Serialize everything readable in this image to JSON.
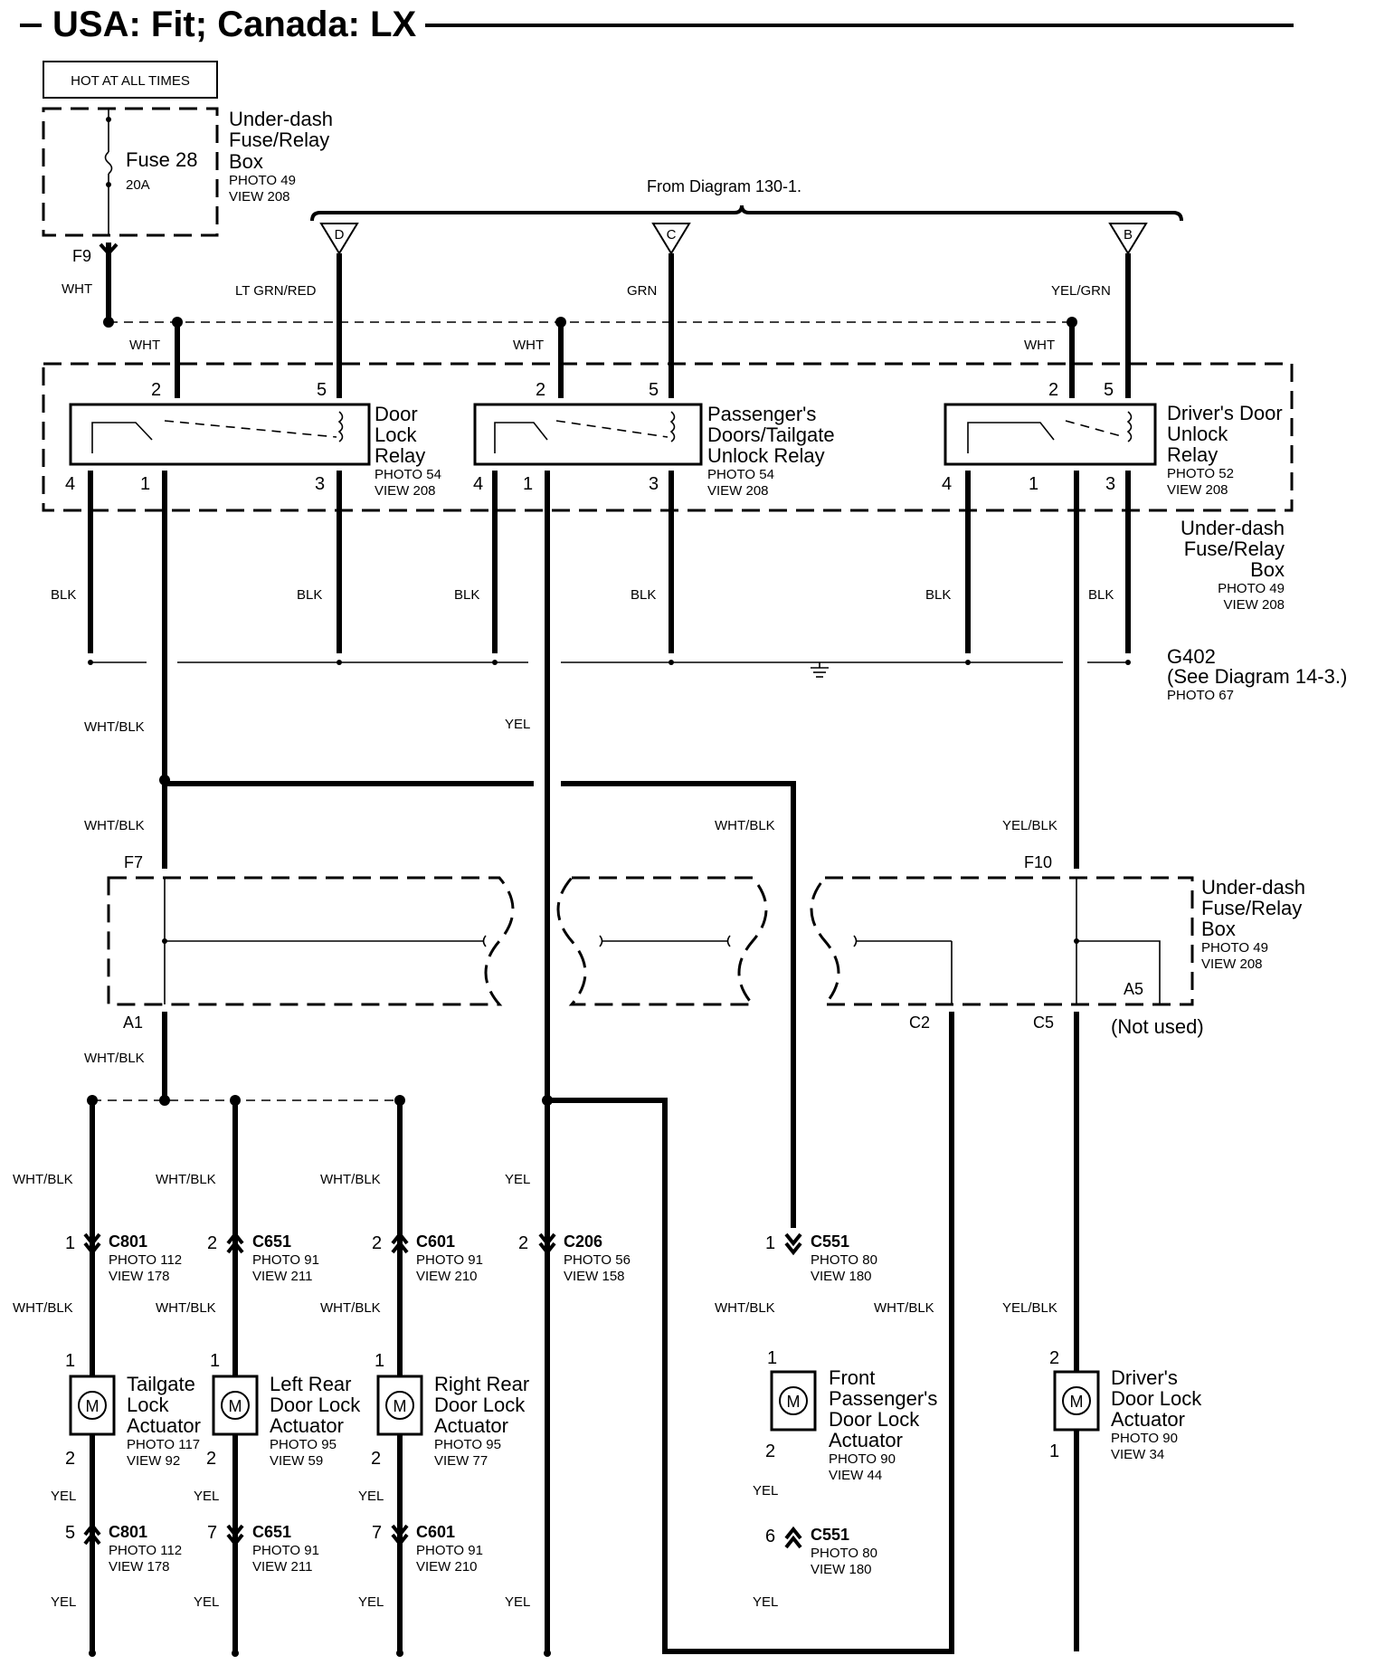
{
  "title": "USA: Fit; Canada: LX",
  "hot_label": "HOT AT ALL TIMES",
  "fuse_box": {
    "line1": "Under-dash",
    "line2": "Fuse/Relay",
    "line3": "Box",
    "photo": "PHOTO 49",
    "view": "VIEW 208",
    "fuse_name": "Fuse 28",
    "fuse_rating": "20A",
    "terminal": "F9"
  },
  "from_diagram": "From Diagram 130-1.",
  "inputs": [
    {
      "letter": "D",
      "wire": "LT GRN/RED"
    },
    {
      "letter": "C",
      "wire": "GRN"
    },
    {
      "letter": "B",
      "wire": "YEL/GRN"
    }
  ],
  "wire_colors": {
    "wht": "WHT",
    "blk": "BLK",
    "yel": "YEL",
    "whtblk": "WHT/BLK",
    "yelblk": "YEL/BLK"
  },
  "relays": [
    {
      "l1": "Door",
      "l2": "Lock",
      "l3": "Relay",
      "photo": "PHOTO 54",
      "view": "VIEW 208"
    },
    {
      "l1": "Passenger's",
      "l2": "Doors/Tailgate",
      "l3": "Unlock Relay",
      "photo": "PHOTO 54",
      "view": "VIEW 208"
    },
    {
      "l1": "Driver's Door",
      "l2": "Unlock",
      "l3": "Relay",
      "photo": "PHOTO 52",
      "view": "VIEW 208"
    }
  ],
  "pins": {
    "p1": "1",
    "p2": "2",
    "p3": "3",
    "p4": "4",
    "p5": "5",
    "p6": "6",
    "p7": "7"
  },
  "relay_box_label": {
    "l1": "Under-dash",
    "l2": "Fuse/Relay",
    "l3": "Box",
    "photo": "PHOTO 49",
    "view": "VIEW 208"
  },
  "ground": {
    "name": "G402",
    "see": "(See Diagram 14-3.)",
    "photo": "PHOTO 67"
  },
  "lower_box": {
    "l1": "Under-dash",
    "l2": "Fuse/Relay",
    "l3": "Box",
    "photo": "PHOTO 49",
    "view": "VIEW 208",
    "f7": "F7",
    "f10": "F10",
    "a1": "A1",
    "c2": "C2",
    "c5": "C5",
    "a5": "A5",
    "not_used": "(Not used)"
  },
  "connectors": {
    "c801": {
      "name": "C801",
      "photo": "PHOTO 112",
      "view": "VIEW 178"
    },
    "c651": {
      "name": "C651",
      "photo": "PHOTO 91",
      "view": "VIEW 211"
    },
    "c601": {
      "name": "C601",
      "photo": "PHOTO 91",
      "view": "VIEW 210"
    },
    "c206": {
      "name": "C206",
      "photo": "PHOTO 56",
      "view": "VIEW 158"
    },
    "c551": {
      "name": "C551",
      "photo": "PHOTO 80",
      "view": "VIEW 180"
    }
  },
  "motor_symbol": "M",
  "actuators": {
    "tailgate": {
      "l1": "Tailgate",
      "l2": "Lock",
      "l3": "Actuator",
      "photo": "PHOTO 117",
      "view": "VIEW 92"
    },
    "left_rear": {
      "l1": "Left Rear",
      "l2": "Door Lock",
      "l3": "Actuator",
      "photo": "PHOTO 95",
      "view": "VIEW 59"
    },
    "right_rear": {
      "l1": "Right Rear",
      "l2": "Door Lock",
      "l3": "Actuator",
      "photo": "PHOTO 95",
      "view": "VIEW 77"
    },
    "front_pass": {
      "l1": "Front",
      "l2": "Passenger's",
      "l3": "Door Lock",
      "l4": "Actuator",
      "photo": "PHOTO 90",
      "view": "VIEW 44"
    },
    "driver": {
      "l1": "Driver's",
      "l2": "Door Lock",
      "l3": "Actuator",
      "photo": "PHOTO 90",
      "view": "VIEW 34"
    }
  }
}
